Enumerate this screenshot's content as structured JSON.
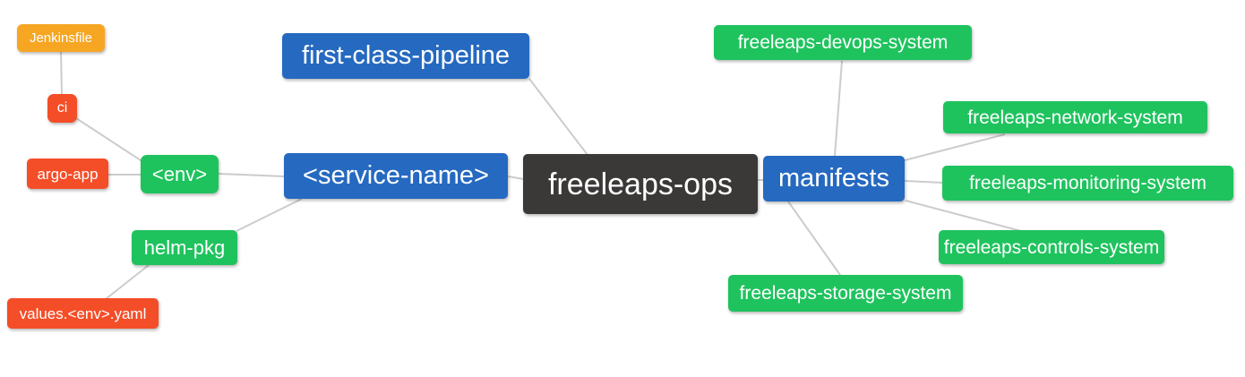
{
  "diagram": {
    "title": "freeleaps-ops repository structure mind map",
    "background": "#ffffff"
  },
  "colors": {
    "blue": "#2569c0",
    "green": "#1fc35e",
    "red": "#f44e28",
    "orange": "#f6a623",
    "dark": "#3b3838",
    "edge": "#cccccc",
    "background": "#ffffff"
  },
  "nodes": {
    "jenkinsfile": {
      "label": "Jenkinsfile",
      "color": "orange"
    },
    "ci": {
      "label": "ci",
      "color": "red"
    },
    "argo_app": {
      "label": "argo-app",
      "color": "red"
    },
    "env": {
      "label": "<env>",
      "color": "green"
    },
    "helm_pkg": {
      "label": "helm-pkg",
      "color": "green"
    },
    "values_yaml": {
      "label": "values.<env>.yaml",
      "color": "red"
    },
    "pipeline": {
      "label": "first-class-pipeline",
      "color": "blue"
    },
    "service": {
      "label": "<service-name>",
      "color": "blue"
    },
    "ops": {
      "label": "freeleaps-ops",
      "color": "dark"
    },
    "manifests": {
      "label": "manifests",
      "color": "blue"
    },
    "devops": {
      "label": "freeleaps-devops-system",
      "color": "green"
    },
    "network": {
      "label": "freeleaps-network-system",
      "color": "green"
    },
    "monitoring": {
      "label": "freeleaps-monitoring-system",
      "color": "green"
    },
    "controls": {
      "label": "freeleaps-controls-system",
      "color": "green"
    },
    "storage": {
      "label": "freeleaps-storage-system",
      "color": "green"
    }
  },
  "edges": [
    {
      "from": "jenkinsfile",
      "to": "ci"
    },
    {
      "from": "ci",
      "to": "env"
    },
    {
      "from": "argo_app",
      "to": "env"
    },
    {
      "from": "env",
      "to": "service"
    },
    {
      "from": "service",
      "to": "helm_pkg"
    },
    {
      "from": "helm_pkg",
      "to": "values_yaml"
    },
    {
      "from": "pipeline",
      "to": "ops"
    },
    {
      "from": "service",
      "to": "ops"
    },
    {
      "from": "ops",
      "to": "manifests"
    },
    {
      "from": "manifests",
      "to": "devops"
    },
    {
      "from": "manifests",
      "to": "network"
    },
    {
      "from": "manifests",
      "to": "monitoring"
    },
    {
      "from": "manifests",
      "to": "controls"
    },
    {
      "from": "manifests",
      "to": "storage"
    }
  ]
}
